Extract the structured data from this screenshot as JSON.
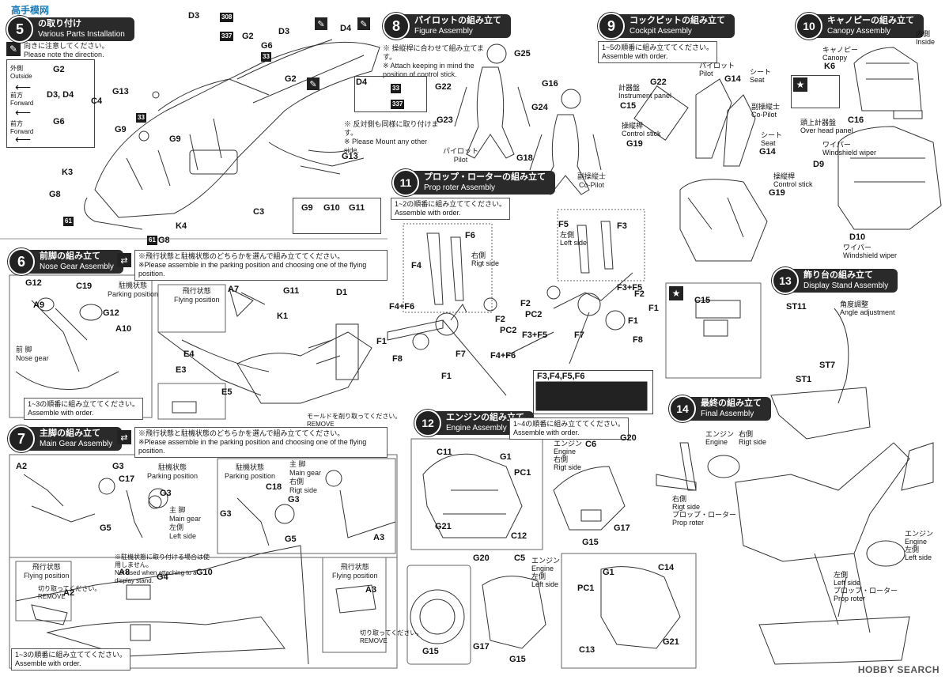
{
  "watermark": "HOBBY SEARCH",
  "logo_top": "高手模网",
  "sections": {
    "s5": {
      "title_jp": "の取り付け",
      "title_en": "Various Parts Installation",
      "notes": [
        {
          "jp": "向きに注意してください。",
          "en": "Please note the direction."
        }
      ],
      "legend": [
        {
          "code": "G2",
          "jp": "外側",
          "en": "Outside"
        },
        {
          "code": "D3, D4",
          "jp": "前方",
          "en": "Forward"
        },
        {
          "code": "G6",
          "jp": "前方",
          "en": "Forward"
        }
      ],
      "mirror_jp": "※ 反対側も同様に取り付けます。",
      "mirror_en": "※ Please Mount any other side.",
      "labels": [
        "D3",
        "D3",
        "D4",
        "G2",
        "G6",
        "G2",
        "D4",
        "C4",
        "G13",
        "G9",
        "G9",
        "K3",
        "G8",
        "K4",
        "G8",
        "C3",
        "G13"
      ],
      "tags": [
        "308",
        "337",
        "33",
        "33",
        "61",
        "61",
        "337",
        "33"
      ],
      "small_parts": [
        "G9",
        "G10",
        "G11"
      ]
    },
    "s6": {
      "num": "6",
      "title_jp": "前脚の組み立て",
      "title_en": "Nose Gear Assembly",
      "note_jp": "※飛行状態と駐機状態のどちらかを選んで組み立ててください。",
      "note_en": "※Please assemble in the parking position and choosing one of the flying position.",
      "parking_jp": "駐機状態",
      "parking_en": "Parking position",
      "flying_jp": "飛行状態",
      "flying_en": "Flying position",
      "nose_jp": "前 脚",
      "nose_en": "Nose gear",
      "order_jp": "1~3の順番に組み立ててください。",
      "order_en": "Assemble with order.",
      "remove_jp": "モールドを削り取ってください。",
      "remove_en": "REMOVE",
      "labels": [
        "G12",
        "C19",
        "A9",
        "G12",
        "A10",
        "A7",
        "G11",
        "K1",
        "D1",
        "E4",
        "E3",
        "E5"
      ]
    },
    "s7": {
      "num": "7",
      "title_jp": "主脚の組み立て",
      "title_en": "Main Gear Assembly",
      "note_jp": "※飛行状態と駐機状態のどちらかを選んで組み立ててください。",
      "note_en": "※Please assemble in the parking position and choosing one of the flying position.",
      "parking_jp": "駐機状態",
      "parking_en": "Parking position",
      "main_jp": "主 脚",
      "main_en": "Main gear",
      "left_jp": "左側",
      "left_en": "Left side",
      "right_jp": "右側",
      "right_en": "Rigt side",
      "flying_jp": "飛行状態",
      "flying_en": "Flying position",
      "cut_jp": "切り取ってください。",
      "cut_en": "REMOVE",
      "not_used_jp": "※駐機状態に取り付ける場合は使用しません。",
      "not_used_en": "Not used when attaching to a display stand.",
      "order_jp": "1~3の順番に組み立ててください。",
      "order_en": "Assemble with order.",
      "labels": [
        "A2",
        "G3",
        "C17",
        "G3",
        "G5",
        "C18",
        "G3",
        "G3",
        "G5",
        "A3",
        "A8",
        "G4",
        "G10",
        "A2",
        "A3"
      ]
    },
    "s8": {
      "num": "8",
      "title_jp": "パイロットの組み立て",
      "title_en": "Figure Assembly",
      "note_jp": "※ 操縦桿に合わせて組み立てます。",
      "note_en": "※ Attach keeping in mind the position of control stick.",
      "pilot_jp": "パイロット",
      "pilot_en": "Pilot",
      "copilot_jp": "副操縦士",
      "copilot_en": "Co-Pilot",
      "labels": [
        "G25",
        "G22",
        "G23",
        "G16",
        "G24",
        "G18"
      ]
    },
    "s9": {
      "num": "9",
      "title_jp": "コックピットの組み立て",
      "title_en": "Cockpit Assembly",
      "order_jp": "1~5の順番に組み立ててください。",
      "order_en": "Assemble with order.",
      "labels": [
        "G22",
        "C15",
        "G19",
        "G14",
        "G14",
        "G19"
      ],
      "captions": [
        {
          "jp": "パイロット",
          "en": "Pilot"
        },
        {
          "jp": "シート",
          "en": "Seat"
        },
        {
          "jp": "計器盤",
          "en": "Instrument panel"
        },
        {
          "jp": "副操縦士",
          "en": "Co-Pilot"
        },
        {
          "jp": "操縦桿",
          "en": "Control stick"
        },
        {
          "jp": "シート",
          "en": "Seat"
        },
        {
          "jp": "操縦桿",
          "en": "Control stick"
        }
      ]
    },
    "s10": {
      "num": "10",
      "title_jp": "キャノピーの組み立て",
      "title_en": "Canopy Assembly",
      "inside_jp": "内側",
      "inside_en": "Inside",
      "canopy_jp": "キャノピー",
      "canopy_en": "Canopy",
      "overhead_jp": "頭上計器盤",
      "overhead_en": "Over head panel",
      "wiper_jp": "ワイパー",
      "wiper_en": "Windshield wiper",
      "labels": [
        "K6",
        "C16",
        "D9",
        "D10"
      ]
    },
    "s11": {
      "num": "11",
      "title_jp": "プロップ・ローターの組み立て",
      "title_en": "Prop roter Assembly",
      "order_jp": "1~2の順番に組み立ててください。",
      "order_en": "Assemble with order.",
      "right_jp": "右側",
      "right_en": "Rigt side",
      "left_jp": "左側",
      "left_en": "Left side",
      "paint_label": "F3,F4,F5,F6",
      "labels": [
        "F6",
        "F4",
        "F5",
        "F3",
        "F4+F6",
        "F3+F5",
        "F1",
        "F8",
        "F1",
        "F7",
        "PC2",
        "F2",
        "F2",
        "F4+F6",
        "PC2",
        "F2",
        "F3+F5",
        "F7",
        "F8",
        "F1",
        "F1"
      ]
    },
    "s12": {
      "num": "12",
      "title_jp": "エンジンの組み立て",
      "title_en": "Engine Assembly",
      "order_jp": "1~4の順番に組み立ててください。",
      "order_en": "Assemble with order.",
      "engine_jp": "エンジン",
      "engine_en": "Engine",
      "right_jp": "右側",
      "right_en": "Rigt side",
      "left_jp": "左側",
      "left_en": "Left side",
      "labels": [
        "C11",
        "G1",
        "PC1",
        "G21",
        "C12",
        "C6",
        "G20",
        "G17",
        "G15",
        "G20",
        "C5",
        "C14",
        "G1",
        "PC1",
        "C13",
        "G21",
        "G17",
        "G15",
        "G15"
      ]
    },
    "s13": {
      "num": "13",
      "title_jp": "飾り台の組み立て",
      "title_en": "Display Stand Assembly",
      "angle_jp": "角度調整",
      "angle_en": "Angle adjustment",
      "labels": [
        "ST11",
        "ST7",
        "ST1"
      ],
      "c15_label": "C15"
    },
    "s14": {
      "num": "14",
      "title_jp": "最終の組み立て",
      "title_en": "Final Assembly",
      "engine_jp": "エンジン",
      "engine_en": "Engine",
      "right_jp": "右側",
      "right_en": "Rigt side",
      "left_jp": "左側",
      "left_en": "Left side",
      "prop_jp": "プロップ・ローター",
      "prop_en": "Prop roter"
    }
  }
}
